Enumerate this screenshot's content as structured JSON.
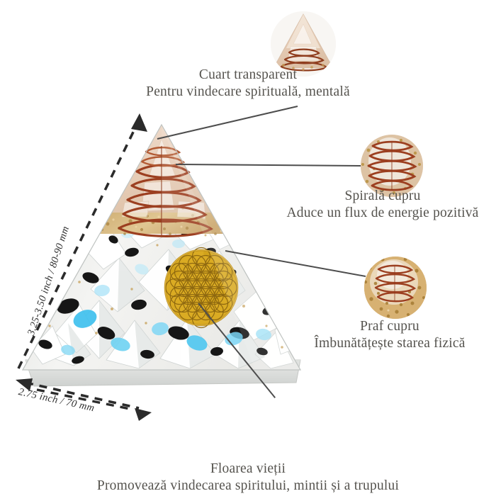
{
  "page": {
    "title": "Piramidă orgonit - caracteristici",
    "background_color": "#ffffff",
    "text_color": "#55534e",
    "line_color": "#4a4a4a",
    "dimension_color": "#2f2f2f"
  },
  "dimensions": {
    "height": "3.25-3.50 inch / 80-90 mm",
    "width": "2.75 inch / 70 mm"
  },
  "callouts": [
    {
      "id": "quartz",
      "title": "Cuart transparent",
      "subtitle": "Pentru vindecare spirituală, mentală",
      "thumb": "pyramid-apex-quartz-thumbnail"
    },
    {
      "id": "copper-spiral",
      "title": "Spirală cupru",
      "subtitle": "Aduce un flux de energie pozitivă",
      "thumb": "copper-spiral-thumbnail"
    },
    {
      "id": "copper-dust",
      "title": "Praf cupru",
      "subtitle": "Îmbunătățește starea fizică",
      "thumb": "copper-dust-thumbnail"
    },
    {
      "id": "flower-of-life",
      "title": "Floarea vieții",
      "subtitle": "Promovează vindecarea spiritului, mintii și a trupului",
      "thumb": "flower-of-life-thumbnail"
    }
  ],
  "product": {
    "name": "orgonite-pyramid",
    "colors": {
      "copper": "#9e4a2a",
      "gold_dust": "#c9a96a",
      "gold_flower": "#d8a81d",
      "moonstone_blue": "#58c6ec",
      "tourmaline_black": "#1d1d1d",
      "quartz_white": "#f2f1ee",
      "apex_tint": "#e5c9b4"
    }
  }
}
